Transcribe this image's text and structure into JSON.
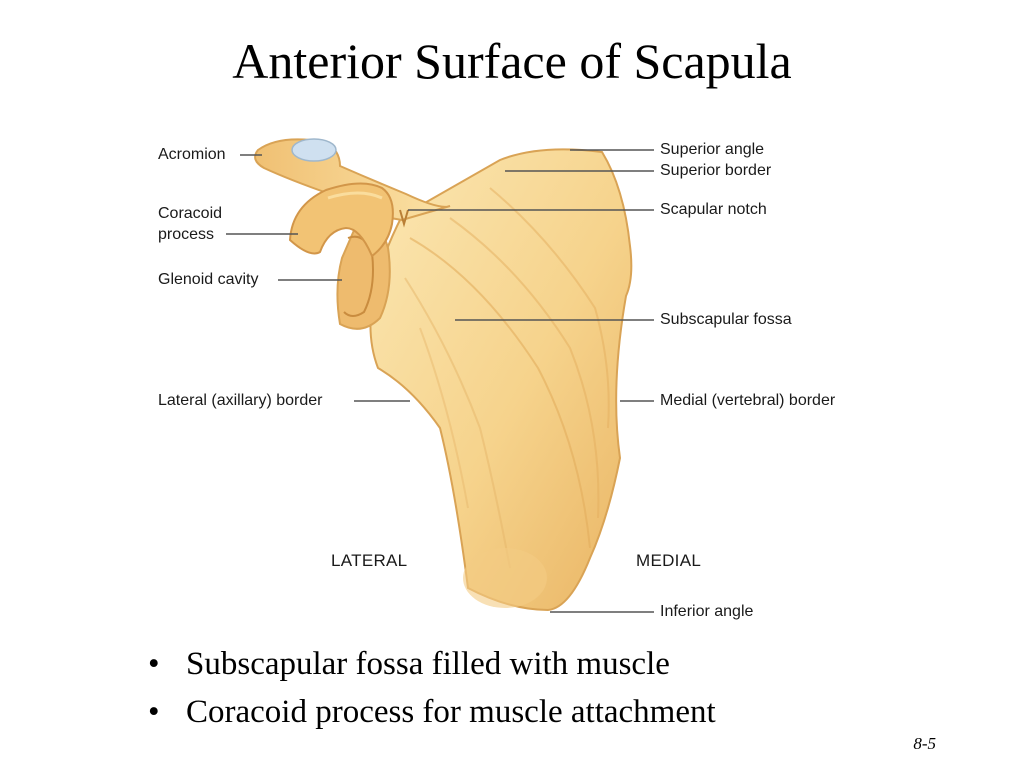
{
  "slide": {
    "title": "Anterior Surface of Scapula",
    "page_number": "8-5"
  },
  "diagram": {
    "labels": {
      "acromion": "Acromion",
      "coracoid_line1": "Coracoid",
      "coracoid_line2": "process",
      "glenoid_cavity": "Glenoid cavity",
      "lateral_border": "Lateral (axillary) border",
      "superior_angle": "Superior angle",
      "superior_border": "Superior border",
      "scapular_notch": "Scapular notch",
      "subscapular_fossa": "Subscapular fossa",
      "medial_border": "Medial (vertebral) border",
      "inferior_angle": "Inferior angle",
      "lateral": "LATERAL",
      "medial": "MEDIAL"
    },
    "colors": {
      "bone_light": "#fbe5ae",
      "bone_mid": "#f3c77a",
      "bone_dark": "#d69a4c",
      "leader_line": "#555555",
      "cartilage": "#cfe0f0"
    }
  },
  "bullets": [
    "Subscapular fossa filled with muscle",
    "Coracoid process for muscle attachment"
  ]
}
